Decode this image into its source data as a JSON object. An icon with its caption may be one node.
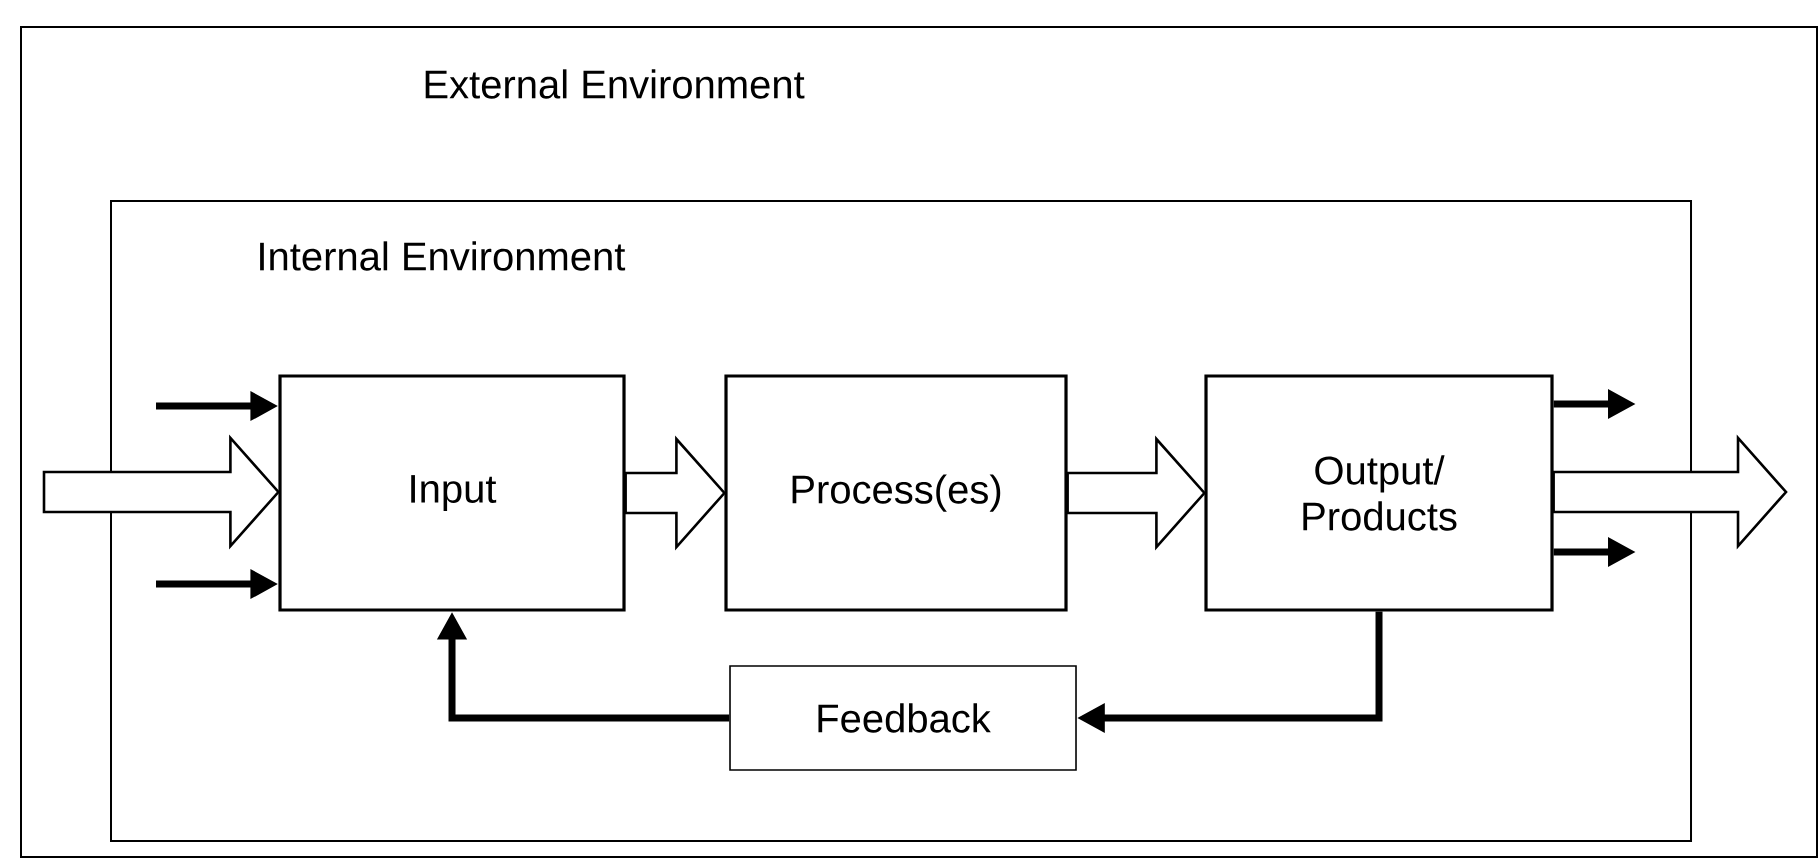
{
  "diagram": {
    "nodes": [
      {
        "text": [
          "External Environment"
        ]
      },
      {
        "text": [
          "Internal Environment"
        ],
        "in": 0
      },
      {
        "text": [
          "Input"
        ],
        "in": 1
      },
      {
        "text": [
          "Process(es)"
        ],
        "in": 1
      },
      {
        "text": [
          "Output/ Products"
        ],
        "in": 1
      },
      {
        "text": [
          "Feedback"
        ],
        "in": 1
      }
    ],
    "edges": [
      {
        "from": null,
        "to": 2,
        "arrow": "to",
        "style": "thick"
      },
      {
        "from": null,
        "to": 2,
        "arrow": "to"
      },
      {
        "from": null,
        "to": 2,
        "arrow": "to"
      },
      {
        "from": 2,
        "to": 3,
        "arrow": "to",
        "style": "thick"
      },
      {
        "from": 3,
        "to": 4,
        "arrow": "to",
        "style": "thick"
      },
      {
        "from": 4,
        "to": null,
        "arrow": "to",
        "style": "thick"
      },
      {
        "from": 4,
        "to": null,
        "arrow": "to"
      },
      {
        "from": 4,
        "to": null,
        "arrow": "to"
      },
      {
        "from": 4,
        "to": 5,
        "arrow": "to"
      },
      {
        "from": 5,
        "to": 2,
        "arrow": "to"
      }
    ]
  }
}
